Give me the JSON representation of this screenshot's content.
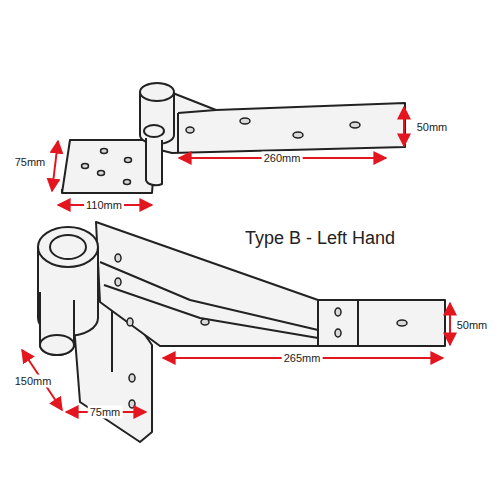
{
  "diagram": {
    "title": "Type B - Left Hand",
    "labels": [
      "50mm",
      "75mm",
      "260mm",
      "110mm",
      "50mm",
      "265mm",
      "150mm",
      "75mm"
    ]
  }
}
